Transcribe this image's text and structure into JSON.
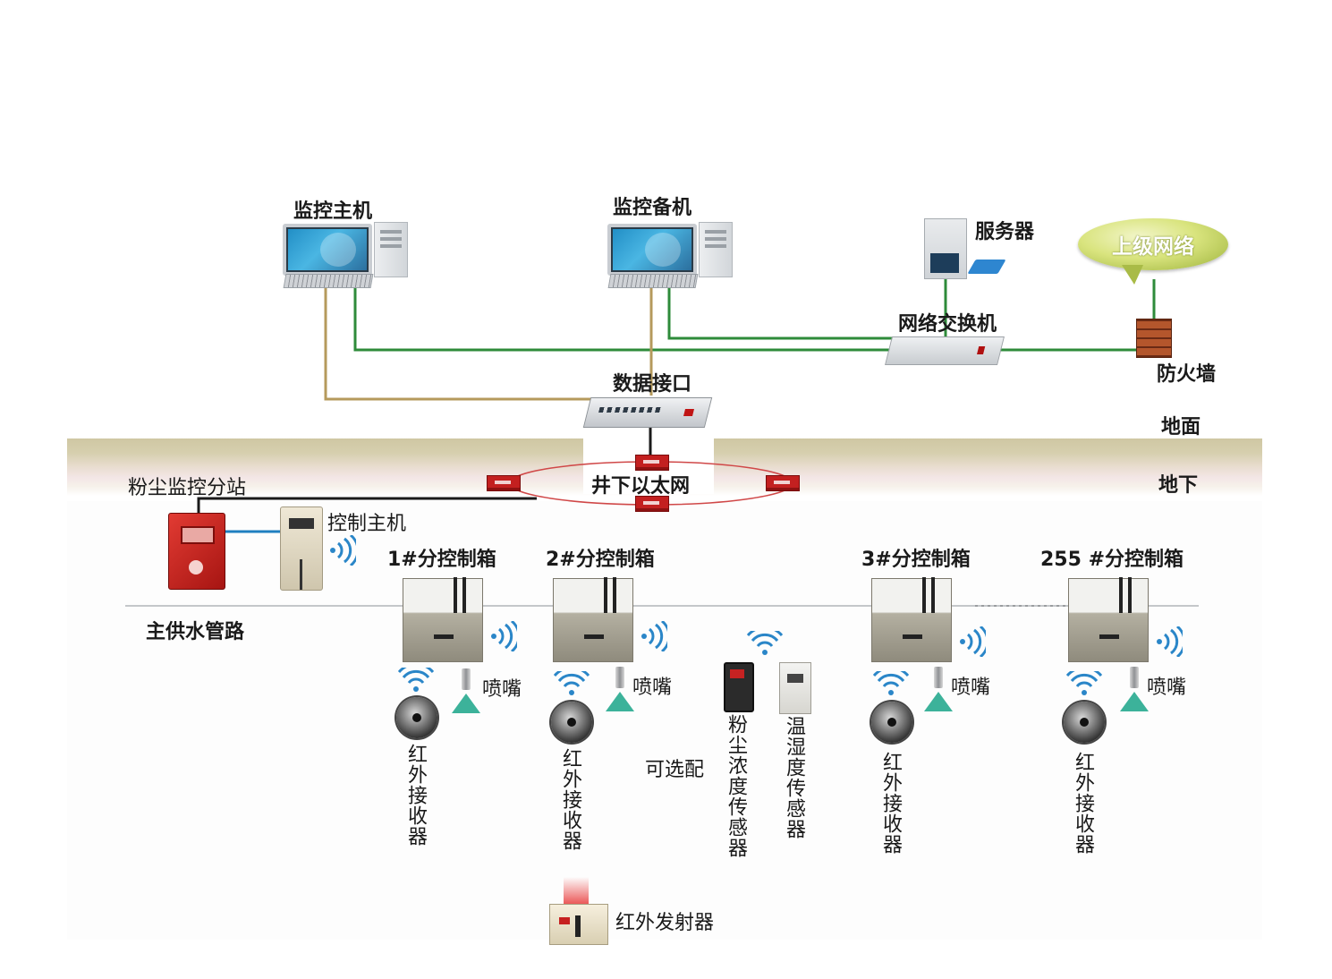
{
  "labels": {
    "monitor_host": "监控主机",
    "monitor_backup": "监控备机",
    "server": "服务器",
    "upper_network": "上级网络",
    "network_switch": "网络交换机",
    "firewall": "防火墙",
    "data_interface": "数据接口",
    "ground": "地面",
    "underground": "地下",
    "underground_ethernet": "井下以太网",
    "dust_station": "粉尘监控分站",
    "control_host": "控制主机",
    "main_pipe": "主供水管路",
    "box1": "1#分控制箱",
    "box2": "2#分控制箱",
    "box3": "3#分控制箱",
    "box255": "255 #分控制箱",
    "nozzle": "喷嘴",
    "ir_receiver": "红外接收器",
    "optional": "可选配",
    "dust_sensor": "粉尘浓度传感器",
    "humidity_sensor": "温湿度传感器",
    "ir_emitter": "红外发射器"
  },
  "colors": {
    "green_link": "#2e8b3a",
    "tan_link": "#b59a5c",
    "blue_link": "#1f7fc0",
    "ring": "#d04848",
    "wifi": "#2a86c8",
    "spray": "#3cb29a"
  },
  "icons": [
    "computer-icon",
    "server-icon",
    "cloud-icon",
    "firewall-icon",
    "switch-icon",
    "wifi-icon",
    "nozzle-icon",
    "infrared-receiver-icon",
    "sensor-icon"
  ]
}
